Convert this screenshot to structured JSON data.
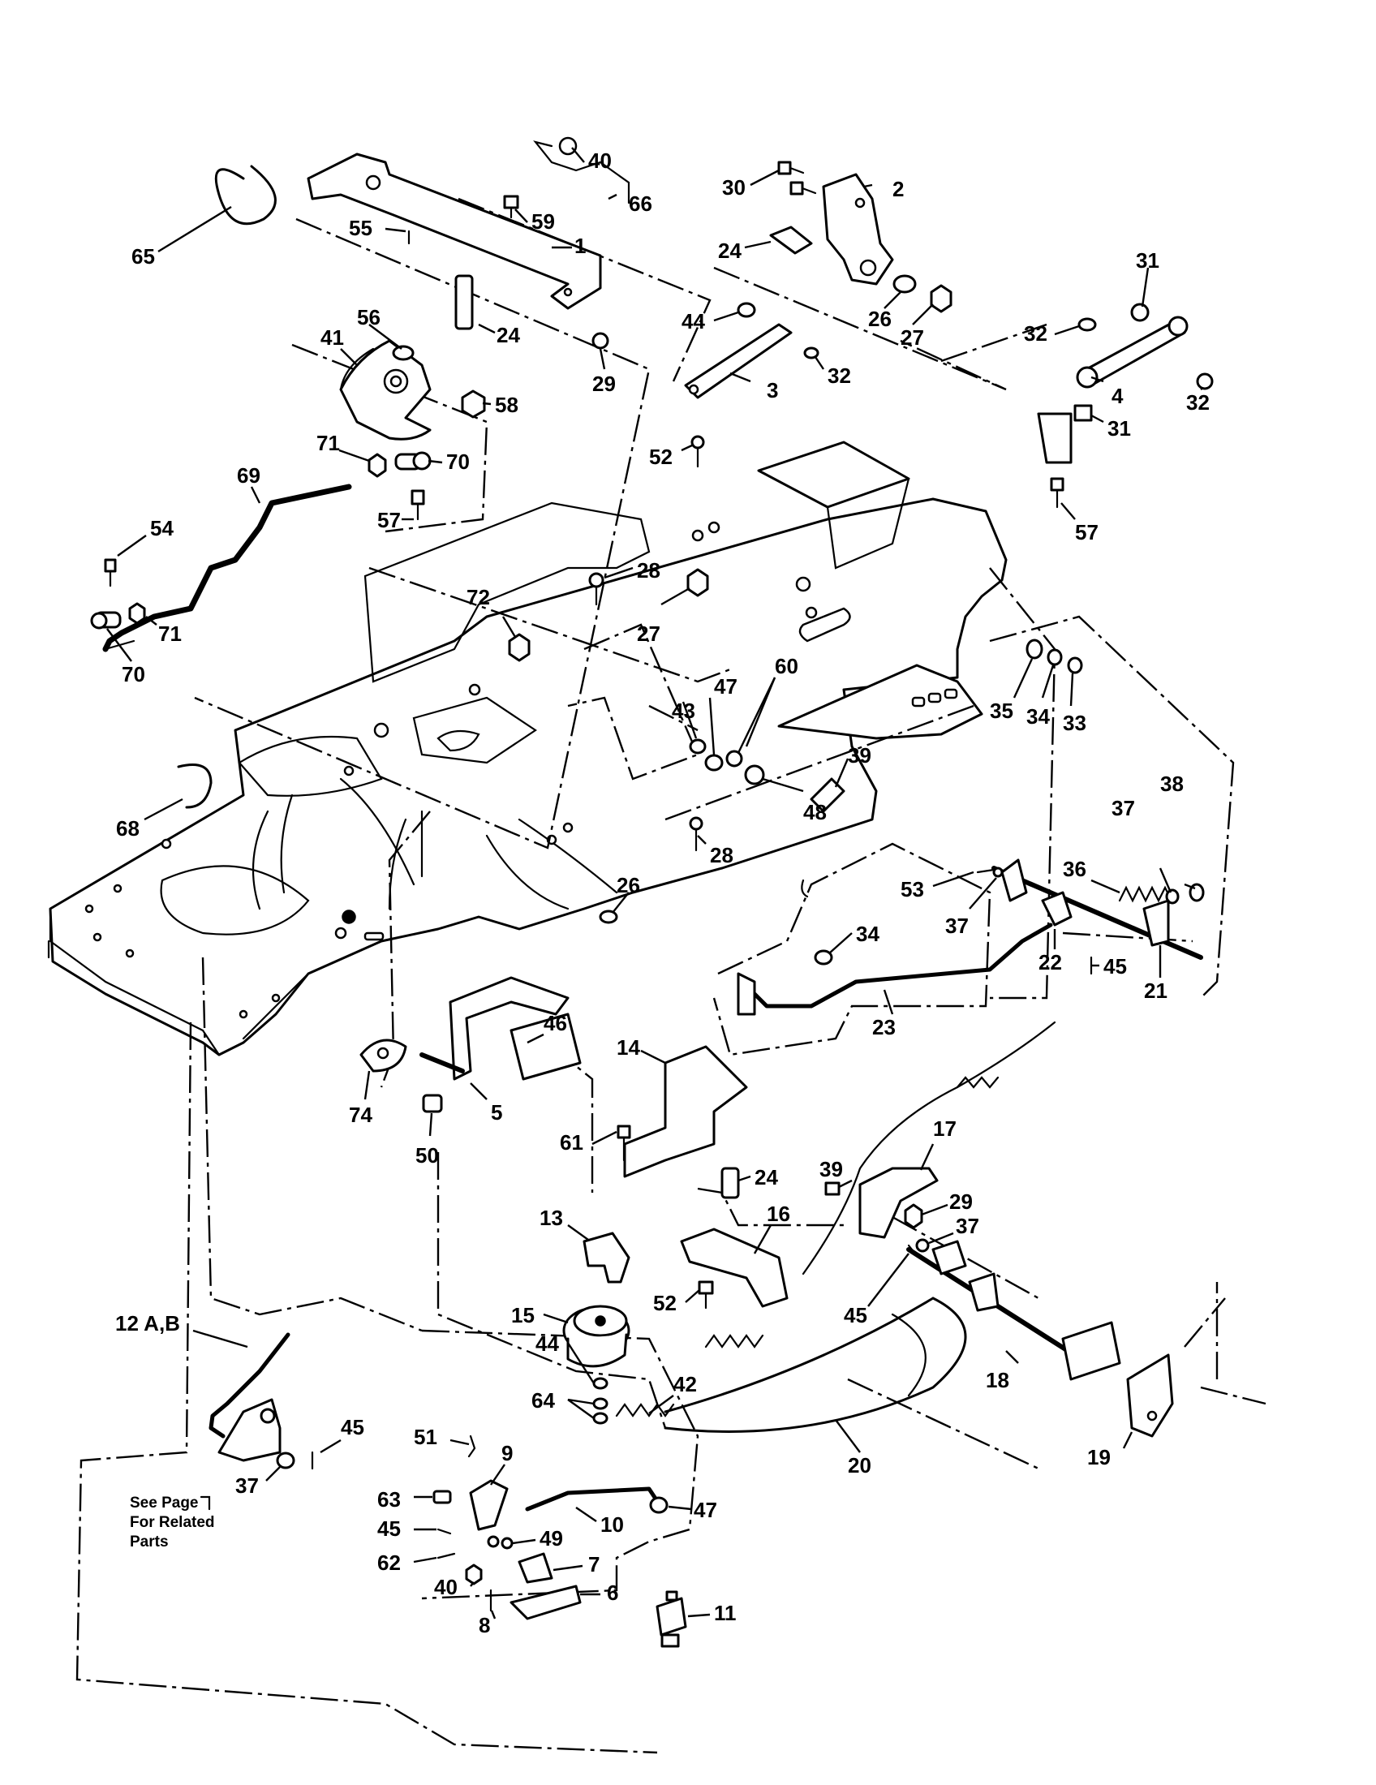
{
  "callouts": [
    {
      "id": "c65",
      "text": "65"
    },
    {
      "id": "c55",
      "text": "55"
    },
    {
      "id": "c59",
      "text": "59"
    },
    {
      "id": "c1",
      "text": "1"
    },
    {
      "id": "c40a",
      "text": "40"
    },
    {
      "id": "c66",
      "text": "66"
    },
    {
      "id": "c24a",
      "text": "24"
    },
    {
      "id": "c29a",
      "text": "29"
    },
    {
      "id": "c56",
      "text": "56"
    },
    {
      "id": "c41",
      "text": "41"
    },
    {
      "id": "c58",
      "text": "58"
    },
    {
      "id": "c71a",
      "text": "71"
    },
    {
      "id": "c70a",
      "text": "70"
    },
    {
      "id": "c69",
      "text": "69"
    },
    {
      "id": "c57a",
      "text": "57"
    },
    {
      "id": "c54",
      "text": "54"
    },
    {
      "id": "c71b",
      "text": "71"
    },
    {
      "id": "c70b",
      "text": "70"
    },
    {
      "id": "c30",
      "text": "30"
    },
    {
      "id": "c2",
      "text": "2"
    },
    {
      "id": "c24b",
      "text": "24"
    },
    {
      "id": "c26a",
      "text": "26"
    },
    {
      "id": "c27a",
      "text": "27"
    },
    {
      "id": "c31a",
      "text": "31"
    },
    {
      "id": "c32a",
      "text": "32"
    },
    {
      "id": "c44a",
      "text": "44"
    },
    {
      "id": "c32b",
      "text": "32"
    },
    {
      "id": "c3",
      "text": "3"
    },
    {
      "id": "c4",
      "text": "4"
    },
    {
      "id": "c32c",
      "text": "32"
    },
    {
      "id": "c31b",
      "text": "31"
    },
    {
      "id": "c57b",
      "text": "57"
    },
    {
      "id": "c52a",
      "text": "52"
    },
    {
      "id": "c28a",
      "text": "28"
    },
    {
      "id": "c27b",
      "text": "27"
    },
    {
      "id": "c72",
      "text": "72"
    },
    {
      "id": "c47a",
      "text": "47"
    },
    {
      "id": "c60",
      "text": "60"
    },
    {
      "id": "c43",
      "text": "43"
    },
    {
      "id": "c39a",
      "text": "39"
    },
    {
      "id": "c48",
      "text": "48"
    },
    {
      "id": "c28b",
      "text": "28"
    },
    {
      "id": "c35",
      "text": "35"
    },
    {
      "id": "c34a",
      "text": "34"
    },
    {
      "id": "c33",
      "text": "33"
    },
    {
      "id": "c68",
      "text": "68"
    },
    {
      "id": "c26b",
      "text": "26"
    },
    {
      "id": "c38",
      "text": "38"
    },
    {
      "id": "c37a",
      "text": "37"
    },
    {
      "id": "c36",
      "text": "36"
    },
    {
      "id": "c53",
      "text": "53"
    },
    {
      "id": "c37b",
      "text": "37"
    },
    {
      "id": "c34b",
      "text": "34"
    },
    {
      "id": "c22",
      "text": "22"
    },
    {
      "id": "c45a",
      "text": "45"
    },
    {
      "id": "c21",
      "text": "21"
    },
    {
      "id": "c23",
      "text": "23"
    },
    {
      "id": "c46",
      "text": "46"
    },
    {
      "id": "c74",
      "text": "74"
    },
    {
      "id": "c5",
      "text": "5"
    },
    {
      "id": "c50",
      "text": "50"
    },
    {
      "id": "c14",
      "text": "14"
    },
    {
      "id": "c61",
      "text": "61"
    },
    {
      "id": "c24c",
      "text": "24"
    },
    {
      "id": "c17",
      "text": "17"
    },
    {
      "id": "c39b",
      "text": "39"
    },
    {
      "id": "c29b",
      "text": "29"
    },
    {
      "id": "c37c",
      "text": "37"
    },
    {
      "id": "c13",
      "text": "13"
    },
    {
      "id": "c16",
      "text": "16"
    },
    {
      "id": "c45b",
      "text": "45"
    },
    {
      "id": "c15",
      "text": "15"
    },
    {
      "id": "c52b",
      "text": "52"
    },
    {
      "id": "c44b",
      "text": "44"
    },
    {
      "id": "c64",
      "text": "64"
    },
    {
      "id": "c42",
      "text": "42"
    },
    {
      "id": "c18",
      "text": "18"
    },
    {
      "id": "c19",
      "text": "19"
    },
    {
      "id": "c20",
      "text": "20"
    },
    {
      "id": "c12",
      "text": "12 A,B"
    },
    {
      "id": "c45c",
      "text": "45"
    },
    {
      "id": "c37d",
      "text": "37"
    },
    {
      "id": "c51",
      "text": "51"
    },
    {
      "id": "c9",
      "text": "9"
    },
    {
      "id": "c47b",
      "text": "47"
    },
    {
      "id": "c63",
      "text": "63"
    },
    {
      "id": "c10",
      "text": "10"
    },
    {
      "id": "c45d",
      "text": "45"
    },
    {
      "id": "c49",
      "text": "49"
    },
    {
      "id": "c62",
      "text": "62"
    },
    {
      "id": "c7",
      "text": "7"
    },
    {
      "id": "c40b",
      "text": "40"
    },
    {
      "id": "c6",
      "text": "6"
    },
    {
      "id": "c8",
      "text": "8"
    },
    {
      "id": "c11",
      "text": "11"
    }
  ],
  "note": {
    "line1": "See Page",
    "line2": "For Related",
    "line3": "Parts"
  }
}
